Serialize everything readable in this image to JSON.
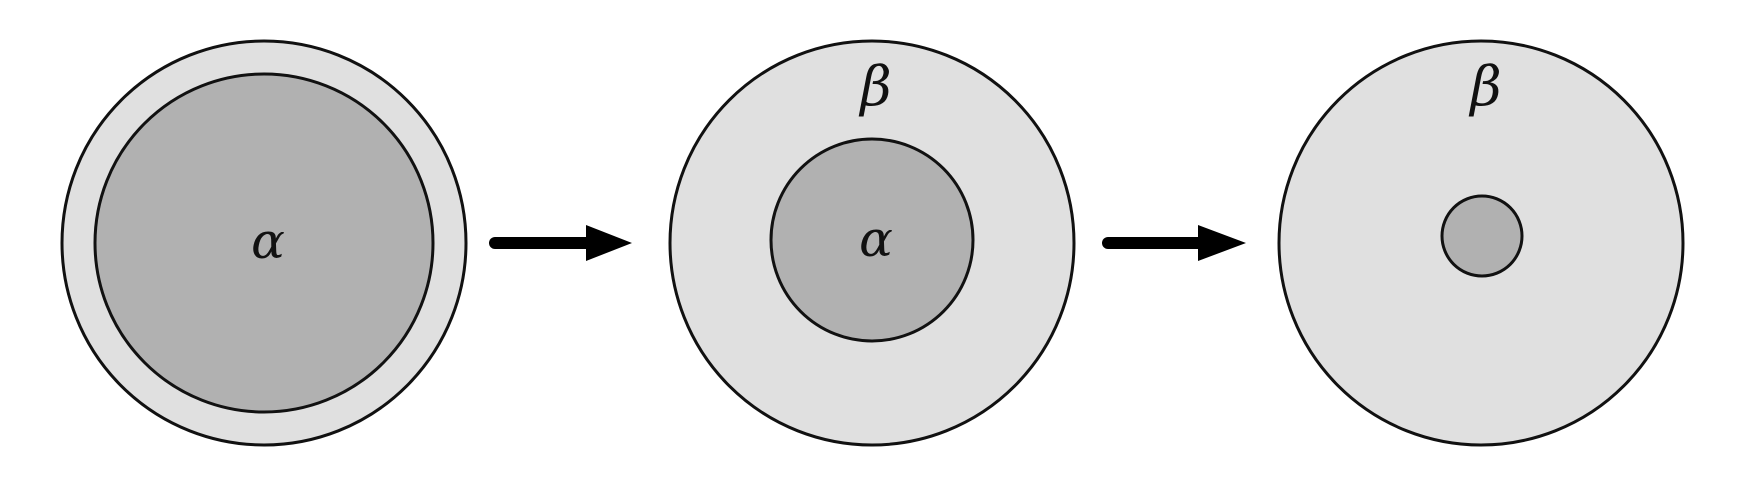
{
  "colors": {
    "background": "#ffffff",
    "outer_fill": "#e0e0e0",
    "inner_fill": "#b1b1b1",
    "stroke": "#111111",
    "arrow": "#000000"
  },
  "panels": [
    {
      "outer_label": "",
      "inner_label": "α"
    },
    {
      "outer_label": "β",
      "inner_label": "α"
    },
    {
      "outer_label": "β",
      "inner_label": ""
    }
  ],
  "arrows": [
    {
      "from": "panel-1",
      "to": "panel-2"
    },
    {
      "from": "panel-2",
      "to": "panel-3"
    }
  ]
}
